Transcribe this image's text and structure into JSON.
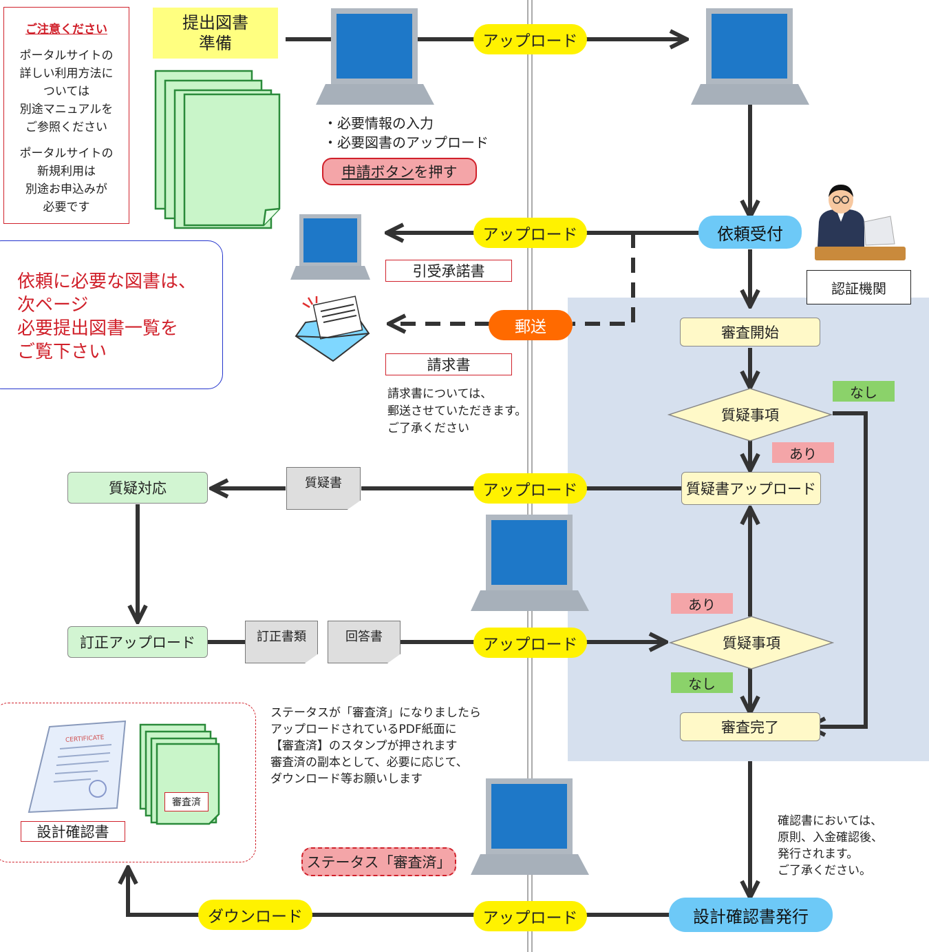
{
  "caution": {
    "title": "ご注意ください",
    "text1": "ポータルサイトの\n詳しい利用方法に\nついては\n別途マニュアルを\nご参照ください",
    "text2": "ポータルサイトの\n新規利用は\n別途お申込みが\n必要です"
  },
  "notice": {
    "text": "依頼に必要な図書は、\n次ページ\n必要提出図書一覧を\nご覧下さい"
  },
  "steps": {
    "prepare": "提出図書\n準備",
    "input_notes": "・必要情報の入力\n・必要図書のアップロード",
    "apply_button_part1": "申請ボタン",
    "apply_button_part2": "を押す",
    "upload": "アップロード",
    "mail": "郵送",
    "download": "ダウンロード",
    "request_received": "依頼受付",
    "agency": "認証機関",
    "acceptance_doc": "引受承諾書",
    "invoice": "請求書",
    "invoice_note": "請求書については、\n郵送させていただきます。\nご了承ください",
    "review_start": "審査開始",
    "question_items": "質疑事項",
    "none": "なし",
    "exists": "あり",
    "question_upload": "質疑書アップロード",
    "question_response": "質疑対応",
    "question_doc": "質疑書",
    "correction_upload": "訂正アップロード",
    "correction_docs": "訂正書類",
    "answer_doc": "回答書",
    "review_complete": "審査完了",
    "certificate_issue": "設計確認書発行",
    "certificate_label": "設計確認書",
    "stamp": "審査済",
    "certificate_word": "CERTIFICATE",
    "status_badge": "ステータス「審査済」",
    "status_note": "ステータスが「審査済」になりましたら\nアップロードされているPDF紙面に\n【審査済】のスタンプが押されます\n審査済の副本として、必要に応じて、\nダウンロード等お願いします",
    "cert_note": "確認書においては、\n原則、入金確認後、\n発行されます。\nご了承ください。"
  },
  "colors": {
    "line": "#333333",
    "review_area": "#d6e0ee",
    "yellow_pill": "#fff200",
    "blue_pill": "#6dc9f7",
    "orange_pill": "#ff6a00",
    "accent_red": "#d0202a"
  }
}
